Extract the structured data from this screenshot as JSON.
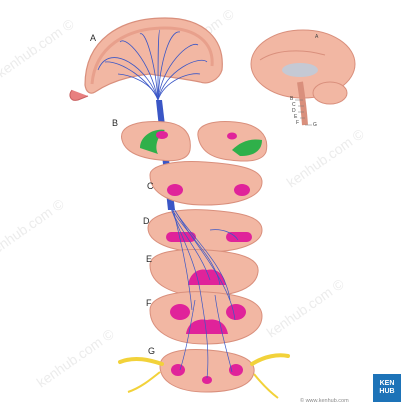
{
  "labels": {
    "a": "A",
    "b": "B",
    "c": "C",
    "d": "D",
    "e": "E",
    "f": "F",
    "g": "G"
  },
  "inset_labels": {
    "a": "A",
    "b": "B",
    "c": "C",
    "d": "D",
    "e": "E",
    "f": "F",
    "g": "G"
  },
  "watermark": "kenhub.com ©",
  "credit": "© www.kenhub.com",
  "logo": {
    "line1": "KEN",
    "line2": "HUB"
  },
  "colors": {
    "tissue": "#f2b7a3",
    "tissue_edge": "#d98f7c",
    "tract_blue": "#3a56c6",
    "nucleus_pink": "#e0239a",
    "basal_green": "#2fb04a",
    "nerve_yellow": "#f2d23a",
    "brand_blue": "#1d73b8"
  }
}
